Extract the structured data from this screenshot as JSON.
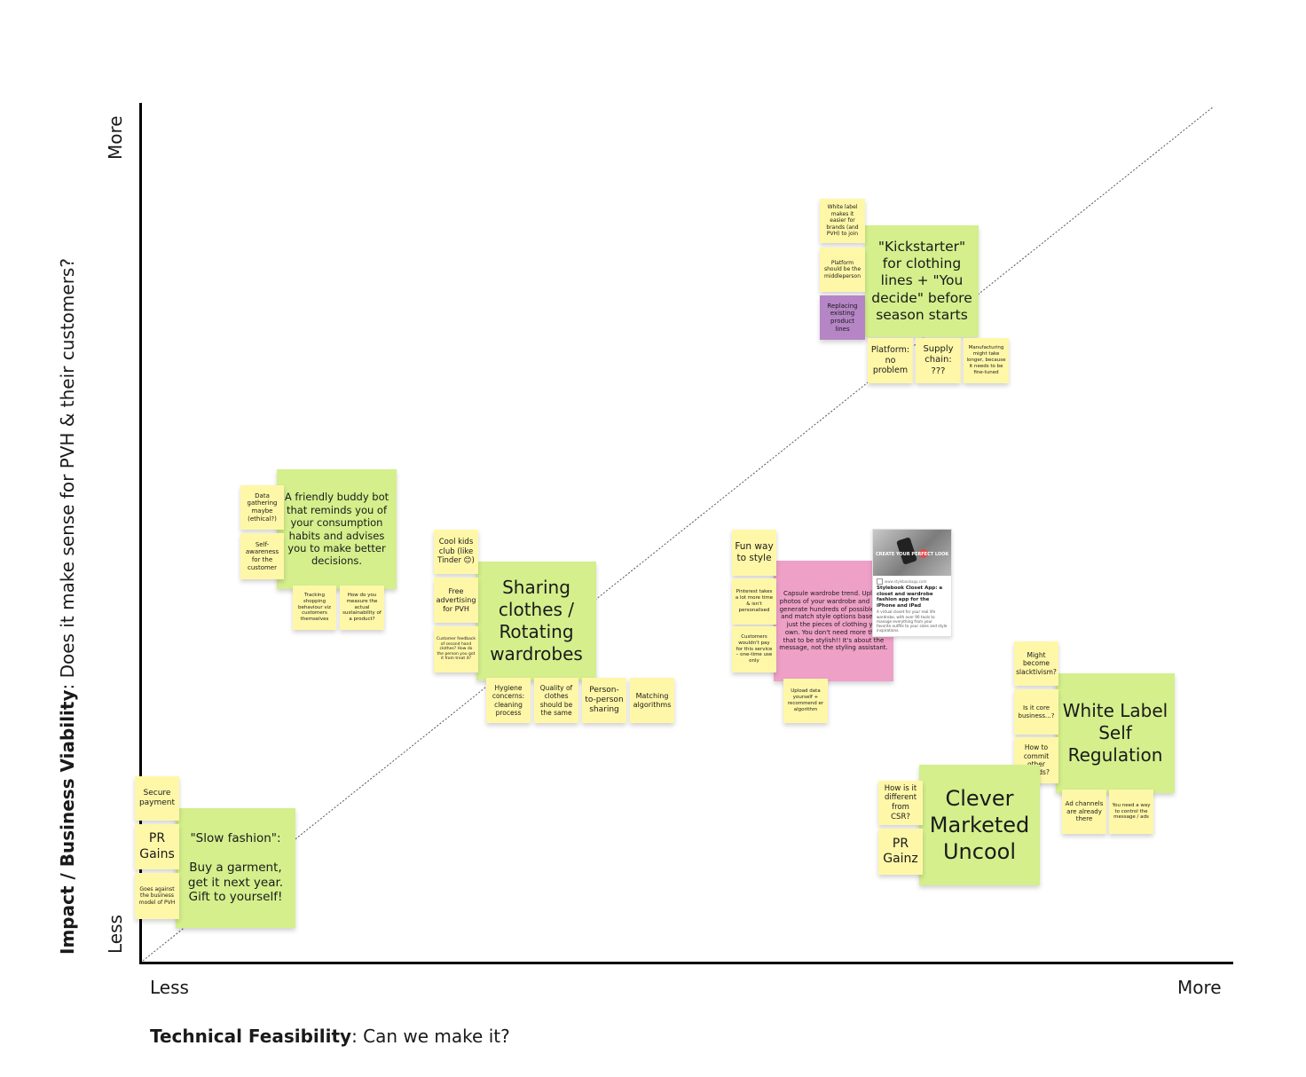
{
  "axes": {
    "y_title_bold": "Impact / Business Viability",
    "y_title_rest": ": Does it make sense for PVH & their customers?",
    "y_more": "More",
    "y_less": "Less",
    "x_title_bold": "Technical Feasibility",
    "x_title_rest": ": Can we make it?",
    "x_less": "Less",
    "x_more": "More"
  },
  "colors": {
    "yellow": "#fff7a8",
    "green": "#d4ef8c",
    "pink": "#eea0c7",
    "purple": "#b585c5"
  },
  "notes": {
    "kick": {
      "main": "\"Kickstarter\" for clothing lines + \"You decide\" before season starts",
      "white_label": "White label makes it easier for brands (and PVH) to join",
      "platform_middle": "Platform should be the middleperson",
      "replacing": "Replacing existing product lines",
      "platform_no_problem": "Platform: no problem",
      "supply_chain": "Supply chain: ???",
      "manufacturing": "Manufacturing might take longer, because it needs to be fine-tuned"
    },
    "buddy": {
      "main": "A friendly buddy bot that reminds you of your consumption habits and advises you to make better decisions.",
      "data_gathering": "Data gathering maybe (ethical?)",
      "self_awareness": "Self-awareness for the customer",
      "tracking": "Tracking shopping behaviour viz customers themselves",
      "measure": "How do you measure the actual sustainability of a product?"
    },
    "sharing": {
      "main": "Sharing clothes / Rotating wardrobes",
      "cool_kids": "Cool kids club (like Tinder 😊)",
      "free_ad": "Free advertising for PVH",
      "customer_feedback": "Customer feedback of second hand clothes? How do the person you got it from treat it?",
      "hygiene": "Hygiene concerns: cleaning process",
      "quality": "Quality of clothes should be the same",
      "p2p": "Person-to-person sharing",
      "matching": "Matching algorithms"
    },
    "capsule": {
      "main": "Capsule wardrobe trend. Upload photos of your wardrobe and an AI generate hundreds of possible mix and match style options based on just the pieces of clothing you own. You don't need more than that to be stylish!! It's about the message, not the styling assistant.",
      "fun": "Fun way to style",
      "pinterest": "Pinterest takes a lot more time & isn't personalised",
      "wouldnt_pay": "Customers wouldn't pay for this service – one-time use only",
      "upload": "Upload data yourself + recommend er algorithm"
    },
    "card": {
      "image_caption": "CREATE YOUR PERFECT LOOK",
      "site": "www.stylebookapp.com",
      "title": "Stylebook Closet App: a closet and wardrobe fashion app for the iPhone and iPad",
      "desc": "A virtual closet for your real life wardrobe, with over 90 tools to manage everything from your favorite outfits to your sizes and style inspirations."
    },
    "white_label": {
      "main": "White Label Self Regulation",
      "slacktivism": "Might become slacktivism?",
      "core": "Is it core business...?",
      "commit": "How to commit other brands?",
      "ad_channels": "Ad channels are already there",
      "control": "You need a way to control the message / ads"
    },
    "clever": {
      "main": "Clever Marketed Uncool",
      "csr": "How is it different from CSR?",
      "pr_gainz": "PR Gainz"
    },
    "slow": {
      "main_line1": "\"Slow fashion\":",
      "main_line2": "Buy a garment, get it next year. Gift to yourself!",
      "secure": "Secure payment",
      "pr_gains": "PR Gains",
      "against": "Goes against the business model of PVH"
    }
  }
}
